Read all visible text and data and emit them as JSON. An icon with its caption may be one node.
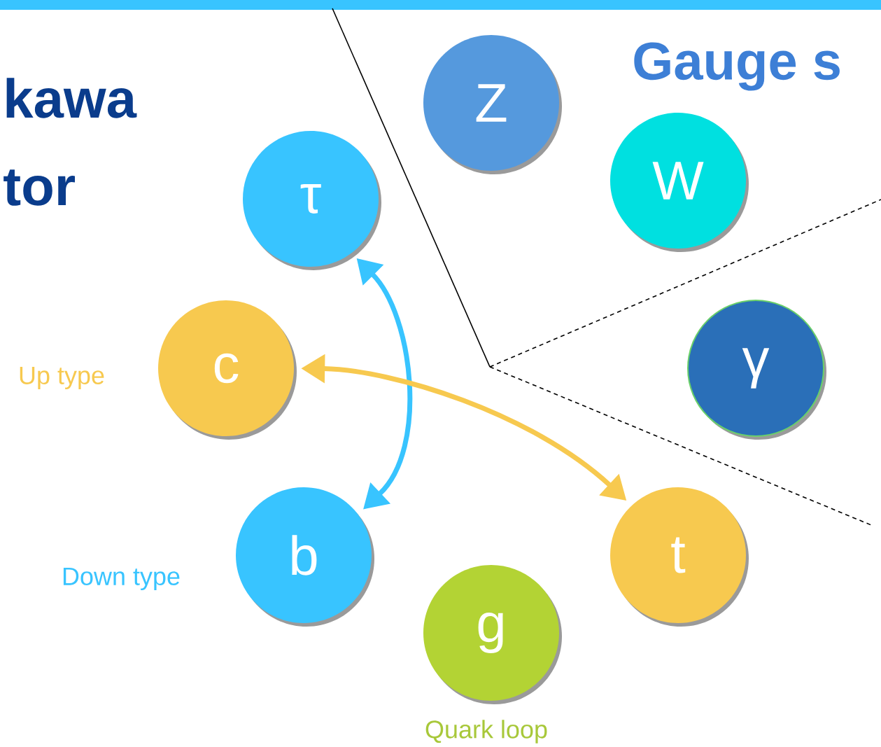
{
  "diagram": {
    "nodes": [
      {
        "text": [
          "Z"
        ]
      },
      {
        "text": [
          "W"
        ]
      },
      {
        "text": [
          "τ"
        ]
      },
      {
        "text": [
          "c"
        ],
        "beside": [
          "Up type"
        ]
      },
      {
        "text": [
          "γ"
        ]
      },
      {
        "text": [
          "b"
        ],
        "beside": [
          "Down type"
        ]
      },
      {
        "text": [
          "t"
        ]
      },
      {
        "text": [
          "g"
        ],
        "beside": [
          "Quark loop"
        ]
      }
    ],
    "edges": [
      {
        "from": 2,
        "to": 5,
        "arrow": "both",
        "color": "#38c4ff"
      },
      {
        "from": 3,
        "to": 6,
        "arrow": "both",
        "color": "#f7c94f"
      }
    ],
    "labels": [
      "kawa",
      "tor",
      "Gauge s"
    ]
  }
}
